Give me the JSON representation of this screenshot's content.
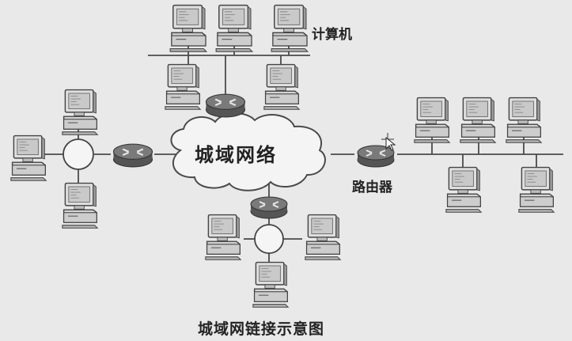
{
  "labels": {
    "cloud": "城域网络",
    "computer": "计算机",
    "router": "路由器",
    "caption": "城域网链接示意图"
  },
  "colors": {
    "background": "#e9e9e9",
    "line": "#4a4a4a",
    "monitor_body": "#d9d9d9",
    "monitor_screen": "#cfcfcf",
    "router": "#6b6b6b",
    "cloud_fill": "#f4f4f4"
  },
  "icons": [
    "computer-icon",
    "router-icon",
    "hub-icon",
    "cloud-icon",
    "cursor-icon"
  ]
}
